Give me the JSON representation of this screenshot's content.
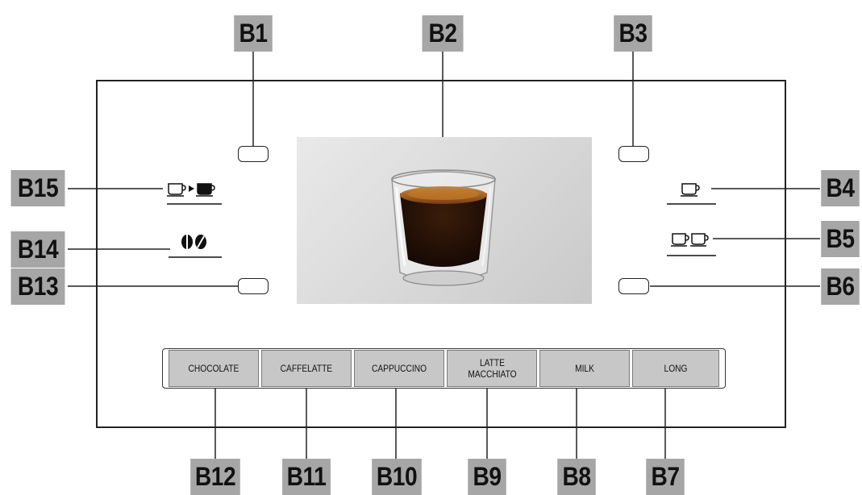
{
  "callouts": {
    "b1": "B1",
    "b2": "B2",
    "b3": "B3",
    "b4": "B4",
    "b5": "B5",
    "b6": "B6",
    "b7": "B7",
    "b8": "B8",
    "b9": "B9",
    "b10": "B10",
    "b11": "B11",
    "b12": "B12",
    "b13": "B13",
    "b14": "B14",
    "b15": "B15"
  },
  "buttons": {
    "chocolate": "CHOCOLATE",
    "caffelatte": "CAFFELATTE",
    "cappuccino": "CAPPUCCINO",
    "latte_macchiato": "LATTE\nMACCHIATO",
    "milk": "MILK",
    "long": "LONG"
  },
  "icons": {
    "b15": "coffee-to-coffee-icon",
    "b14": "coffee-beans-icon",
    "b4": "single-cup-icon",
    "b5": "double-cup-icon",
    "b2": "espresso-glass-image"
  },
  "colors": {
    "callout_bg": "#a6a6a6",
    "button_bg": "#c7c7c7",
    "coffee": "#2a1408",
    "crema": "#b46a1e"
  }
}
